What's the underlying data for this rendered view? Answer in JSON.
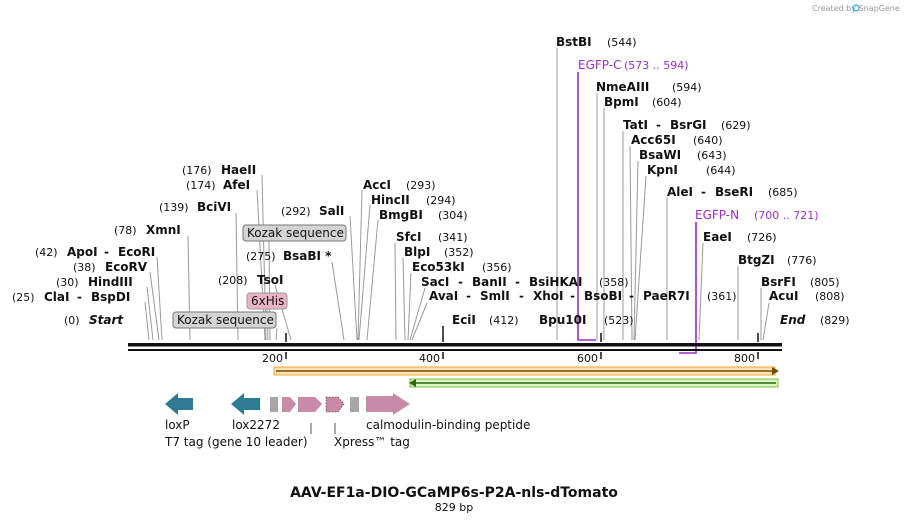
{
  "credit": "Created by SnapGene",
  "title": "AAV-EF1a-DIO-GCaMP6s-P2A-nls-dTomato",
  "length_label": "829 bp",
  "sequence_length": 829,
  "ruler_ticks": [
    "200",
    "400",
    "600",
    "800"
  ],
  "end_labels": {
    "start": "Start",
    "start_pos": "(0)",
    "end": "End",
    "end_pos": "(829)"
  },
  "sites": [
    {
      "name": "ClaI",
      "pos": 25,
      "pos_label": "(25)",
      "pair": "BspDI"
    },
    {
      "name": "HindIII",
      "pos": 30,
      "pos_label": "(30)"
    },
    {
      "name": "EcoRV",
      "pos": 38,
      "pos_label": "(38)"
    },
    {
      "name": "ApoI",
      "pos": 42,
      "pos_label": "(42)",
      "pair": "EcoRI"
    },
    {
      "name": "XmnI",
      "pos": 78,
      "pos_label": "(78)"
    },
    {
      "name": "BciVI",
      "pos": 139,
      "pos_label": "(139)"
    },
    {
      "name": "AfeI",
      "pos": 174,
      "pos_label": "(174)"
    },
    {
      "name": "HaeII",
      "pos": 176,
      "pos_label": "(176)"
    },
    {
      "name": "TsoI",
      "pos": 208,
      "pos_label": "(208)"
    },
    {
      "name": "BsaBI *",
      "pos": 275,
      "pos_label": "(275)"
    },
    {
      "name": "SalI",
      "pos": 292,
      "pos_label": "(292)"
    },
    {
      "name": "AccI",
      "pos": 293,
      "pos_label": "(293)"
    },
    {
      "name": "HincII",
      "pos": 294,
      "pos_label": "(294)"
    },
    {
      "name": "BmgBI",
      "pos": 304,
      "pos_label": "(304)"
    },
    {
      "name": "SfcI",
      "pos": 341,
      "pos_label": "(341)"
    },
    {
      "name": "BlpI",
      "pos": 352,
      "pos_label": "(352)"
    },
    {
      "name": "Eco53kI",
      "pos": 356,
      "pos_label": "(356)"
    },
    {
      "name": "SacI",
      "pos": 358,
      "pos_label": "(358)",
      "pair": "BanII",
      "pair2": "BsiHKAI"
    },
    {
      "name": "AvaI",
      "pos": 361,
      "pos_label": "(361)",
      "pair": "SmlI",
      "pair2": "XhoI",
      "pair3": "BsoBI",
      "pair4": "PaeR7I"
    },
    {
      "name": "EciI",
      "pos": 412,
      "pos_label": "(412)"
    },
    {
      "name": "Bpu10I",
      "pos": 523,
      "pos_label": "(523)"
    },
    {
      "name": "BstBI",
      "pos": 544,
      "pos_label": "(544)"
    },
    {
      "name": "NmeAIII",
      "pos": 594,
      "pos_label": "(594)"
    },
    {
      "name": "BpmI",
      "pos": 604,
      "pos_label": "(604)"
    },
    {
      "name": "TatI",
      "pos": 629,
      "pos_label": "(629)",
      "pair": "BsrGI"
    },
    {
      "name": "Acc65I",
      "pos": 640,
      "pos_label": "(640)"
    },
    {
      "name": "BsaWI",
      "pos": 643,
      "pos_label": "(643)"
    },
    {
      "name": "KpnI",
      "pos": 644,
      "pos_label": "(644)"
    },
    {
      "name": "AleI",
      "pos": 685,
      "pos_label": "(685)",
      "pair": "BseRI"
    },
    {
      "name": "EaeI",
      "pos": 726,
      "pos_label": "(726)"
    },
    {
      "name": "BtgZI",
      "pos": 776,
      "pos_label": "(776)"
    },
    {
      "name": "BsrFI",
      "pos": 805,
      "pos_label": "(805)"
    },
    {
      "name": "AcuI",
      "pos": 808,
      "pos_label": "(808)"
    }
  ],
  "primers": [
    {
      "name": "EGFP-C",
      "range": "(573 .. 594)"
    },
    {
      "name": "EGFP-N",
      "range": "(700 .. 721)"
    }
  ],
  "boxed_labels": [
    "Kozak sequence",
    "Kozak sequence",
    "6xHis"
  ],
  "feature_labels": [
    "loxP",
    "lox2272",
    "T7 tag (gene 10 leader)",
    "Xpress™ tag",
    "calmodulin-binding peptide"
  ],
  "colors": {
    "backbone": "#111111",
    "primer": "#9b2fc2",
    "orf_orange": "#f0a732",
    "orf_green": "#79c23a",
    "loxp_teal": "#2e7b94",
    "tag_pink": "#c98aa8",
    "gray_box": "#a0a0a0",
    "his_pink": "#e9b4c8"
  }
}
